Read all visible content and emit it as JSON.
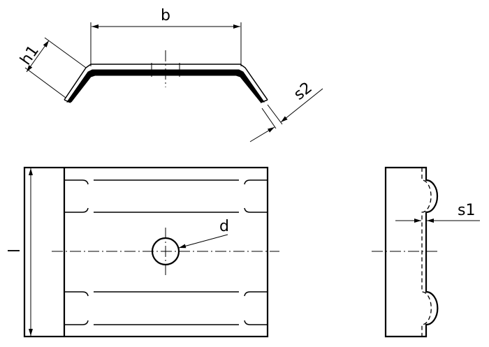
{
  "drawing": {
    "labels": {
      "width": "b",
      "height": "h1",
      "sheet_thickness": "s2",
      "hole_diameter": "d",
      "length": "l",
      "thickness": "s1"
    }
  }
}
